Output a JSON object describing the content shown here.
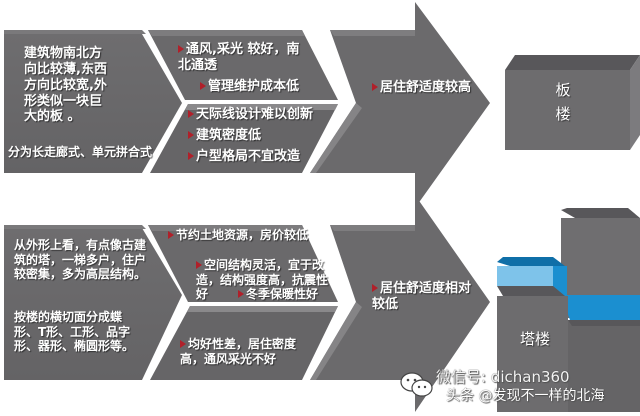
{
  "top_row": {
    "description": {
      "lines": [
        "建筑物南北方",
        "向比较薄,东西",
        "方向比较宽,外",
        "形类似一块巨",
        "大的板 。"
      ],
      "subtext": "分为长走廊式、单元拼合式"
    },
    "advantages": [
      "通风,采光 较好，南北通透",
      "管理维护成本低"
    ],
    "disadvantages": [
      "天际线设计难以创新",
      "建筑密度低",
      "户型格局不宜改造"
    ],
    "result": "居住舒适度较高",
    "label": [
      "板",
      "楼"
    ]
  },
  "bottom_row": {
    "description": {
      "paragraph1": "从外形上看，有点像古建筑的塔，一梯多户，住户较密集，多为高层结构。",
      "paragraph2": "按楼的横切面分成蝶形、T形、工形、品字形、器形、椭圆形等。"
    },
    "advantages": [
      "节约土地资源，房价较低",
      "空间结构灵活，宜于改造，结构强度高，抗震性好",
      "冬季保暖性好"
    ],
    "disadvantages": [
      "均好性差，居住密度高，通风采光不好"
    ],
    "result": "居住舒适度相对较低",
    "label": "塔楼"
  },
  "watermark": {
    "line1": "微信号: dichan360",
    "line2": "头条 @发现不一样的北海"
  },
  "colors": {
    "shape_fill": "#6b6a6c",
    "shape_dark": "#59585a",
    "shape_light": "#8a898b",
    "bullet": "#b0202a",
    "accent_blue": "#1b8fd0",
    "accent_light_blue": "#7ec3ea"
  }
}
